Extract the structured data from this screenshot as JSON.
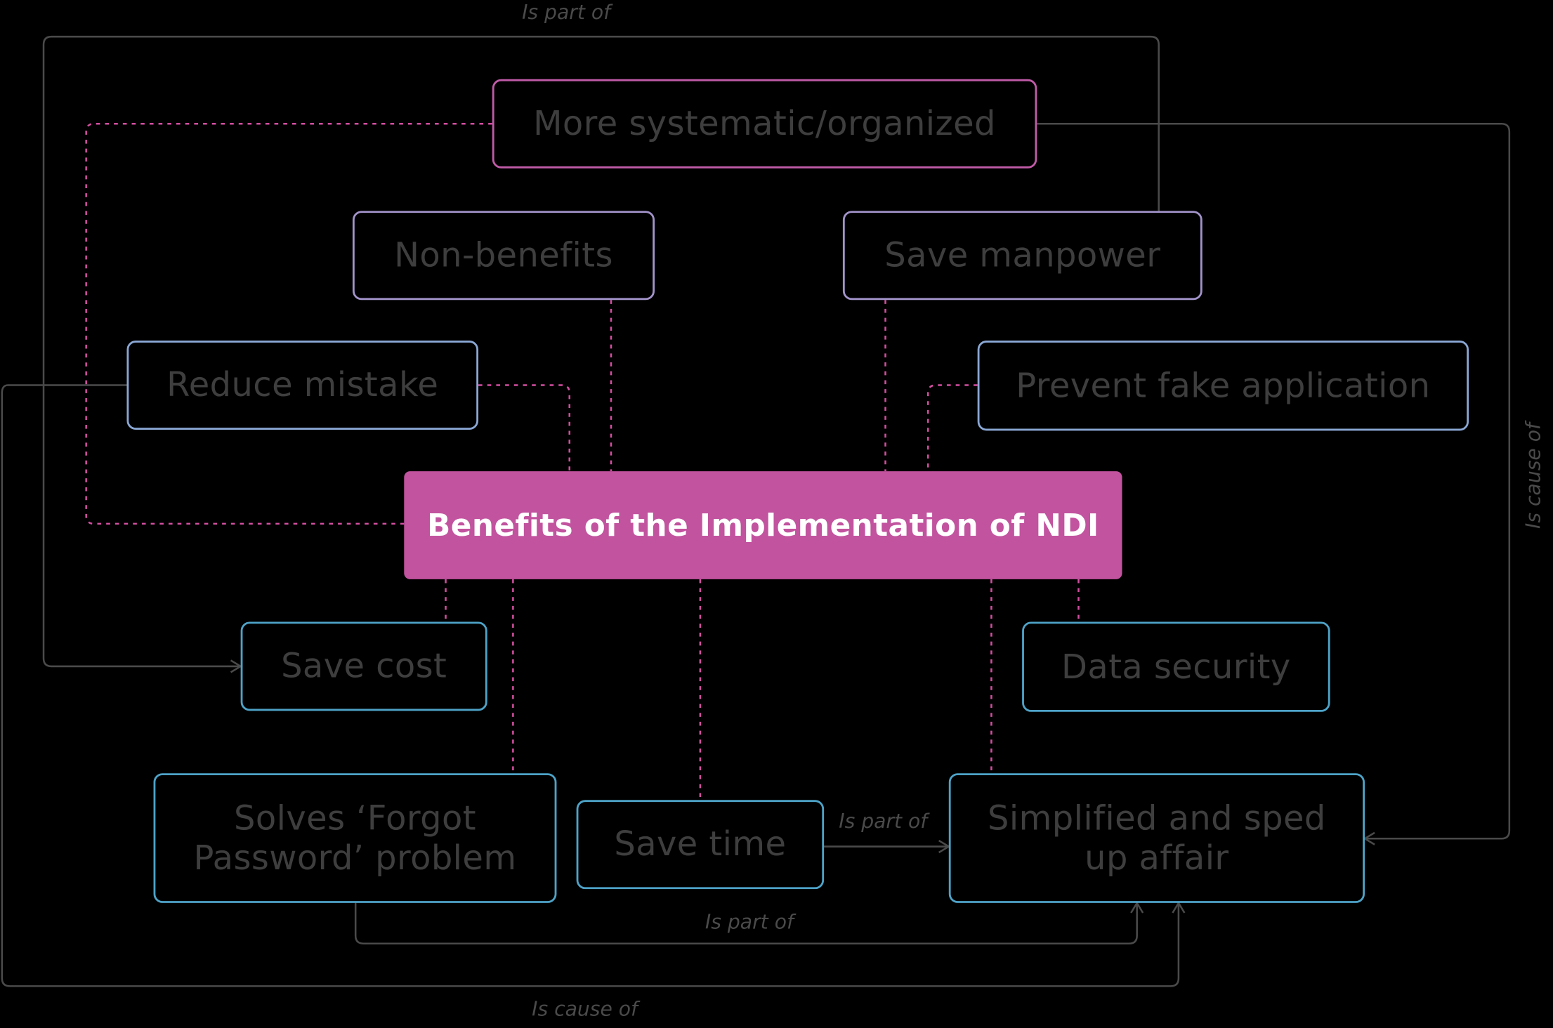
{
  "diagram": {
    "central": "Benefits of the Implementation of NDI",
    "nodes": {
      "more_systematic": "More systematic/organized",
      "non_benefits": "Non-benefits",
      "save_manpower": "Save manpower",
      "reduce_mistake": "Reduce mistake",
      "prevent_fake": "Prevent fake application",
      "save_cost": "Save cost",
      "data_security": "Data security",
      "solves_forgot": "Solves ‘Forgot\nPassword’ problem",
      "save_time": "Save time",
      "simplified": "Simplified and sped\nup affair"
    },
    "edge_labels": {
      "top": "Is part of",
      "right": "Is cause of",
      "save_time_to_simplified": "Is part of",
      "forgot_to_simplified": "Is part of",
      "bottom": "Is cause of"
    },
    "colors": {
      "central_fill": "#c2539f",
      "pink_border": "#c15ba8",
      "lavender_border": "#a293c9",
      "blue_border": "#8aa7d4",
      "cyan_border": "#4ea3c8",
      "connector_dotted": "#d24ea0",
      "connector_solid": "#4a4a4a"
    }
  }
}
